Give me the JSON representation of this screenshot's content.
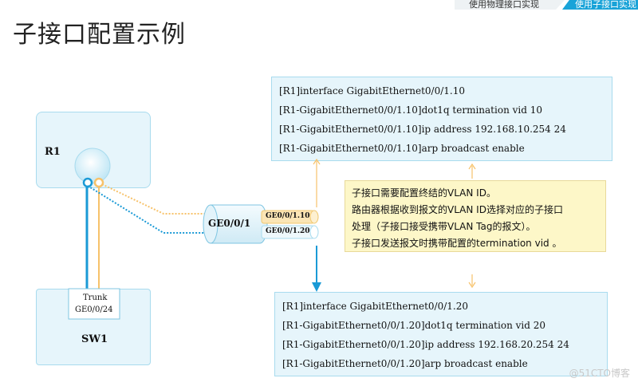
{
  "header": {
    "tab_physical": "使用物理接口实现",
    "tab_subif": "使用子接口实现",
    "title": "子接口配置示例"
  },
  "devices": {
    "router": "R1",
    "switch": "SW1",
    "trunk_label": "Trunk",
    "trunk_port": "GE0/0/24",
    "physical_port": "GE0/0/1",
    "subif_1": "GE0/0/1.10",
    "subif_2": "GE0/0/1.20"
  },
  "config_top": [
    "[R1]interface GigabitEthernet0/0/1.10",
    "[R1-GigabitEthernet0/0/1.10]dot1q termination vid 10",
    "[R1-GigabitEthernet0/0/1.10]ip address 192.168.10.254 24",
    "[R1-GigabitEthernet0/0/1.10]arp broadcast enable"
  ],
  "config_bottom": [
    "[R1]interface GigabitEthernet0/0/1.20",
    "[R1-GigabitEthernet0/0/1.20]dot1q termination vid 20",
    "[R1-GigabitEthernet0/0/1.20]ip address 192.168.20.254 24",
    "[R1-GigabitEthernet0/0/1.20]arp broadcast enable"
  ],
  "note": [
    "子接口需要配置终结的VLAN ID。",
    "路由器根据收到报文的VLAN ID选择对应的子接口",
    "处理（子接口接受携带VLAN Tag的报文）。",
    "子接口发送报文时携带配置的termination vid 。"
  ],
  "watermark": "@51CTO博客",
  "colors": {
    "vlan10": "#f7c26a",
    "vlan20": "#1a9ad6",
    "panel_bg": "#e6f5fb",
    "panel_border": "#a8dbee",
    "note_bg": "#fdf7c8",
    "tab_active": "#19a3d8"
  },
  "icons": {
    "router": "router-icon",
    "subif_cylinder": "interface-cylinder-icon"
  }
}
